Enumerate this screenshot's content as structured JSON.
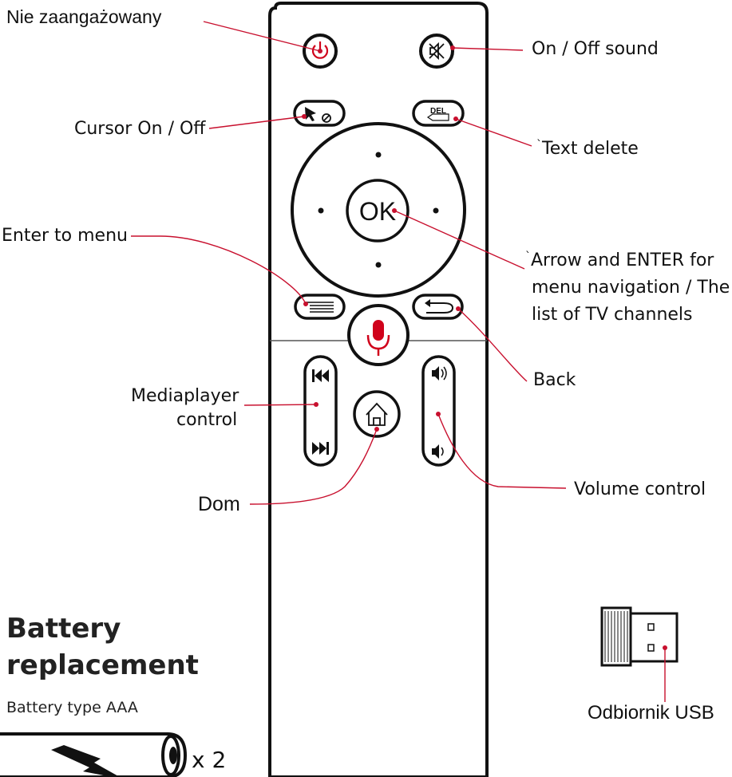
{
  "labels": {
    "power": "Nie zaangażowany",
    "mute": "On / Off sound",
    "cursor": "Cursor On / Off",
    "text_delete": "Text delete",
    "text_delete_prefix": "`",
    "enter_menu": "Enter to menu",
    "arrow_line1": "Arrow and ENTER for",
    "arrow_line1_prefix": "`",
    "arrow_line2": "menu navigation / The",
    "arrow_line3": "list of TV channels",
    "back": "Back",
    "mediaplayer_line1": "Mediaplayer",
    "mediaplayer_line2": "control",
    "home": "Dom",
    "volume": "Volume control",
    "usb": "Odbiornik USB"
  },
  "remote_buttons": {
    "ok": "OK",
    "del": "DEL"
  },
  "battery": {
    "title_line1": "Battery",
    "title_line2": "replacement",
    "type": "Battery type AAA",
    "count": "x 2"
  },
  "colors": {
    "leader": "#c8102e",
    "accent_red": "#d0021b",
    "outline": "#111111"
  }
}
